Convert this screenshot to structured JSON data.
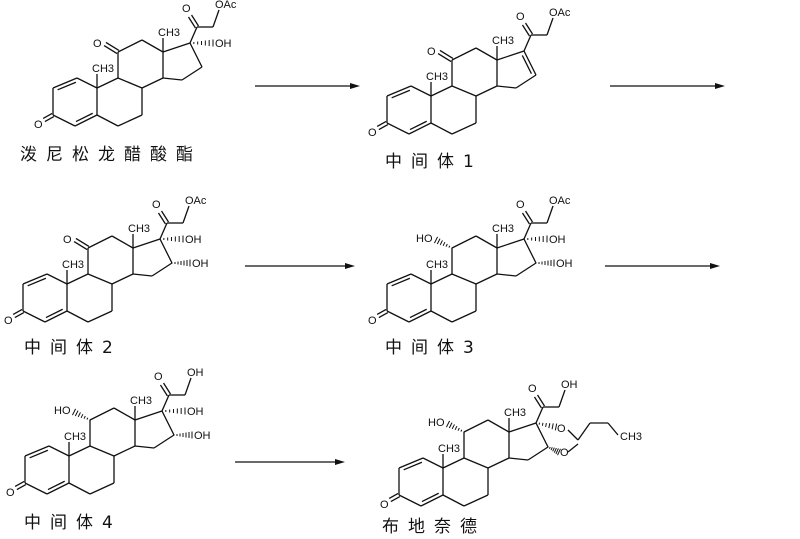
{
  "atom_labels": {
    "oxo": "O",
    "methyl": "CH3",
    "acetoxy": "OAc",
    "hydroxy_right": "OH",
    "hydroxy_left": "HO"
  },
  "compounds": [
    {
      "name": "泼尼松龙醋酸酯",
      "c11": "keto",
      "c16": "none",
      "c17": "oh",
      "c21": "acetoxy"
    },
    {
      "name": "中间体1",
      "c11": "keto",
      "c16": "ene",
      "c17": "none",
      "c21": "acetoxy"
    },
    {
      "name": "中间体2",
      "c11": "keto",
      "c16": "oh",
      "c17": "oh",
      "c21": "acetoxy"
    },
    {
      "name": "中间体3",
      "c11": "oh",
      "c16": "oh",
      "c17": "oh",
      "c21": "acetoxy"
    },
    {
      "name": "中间体4",
      "c11": "oh",
      "c16": "oh",
      "c17": "oh",
      "c21": "hydroxy_right"
    },
    {
      "name": "布地奈德",
      "c11": "oh",
      "c16": "acetal",
      "c17": "acetal",
      "c21": "hydroxy_right"
    }
  ],
  "arrows": [
    {
      "from": "泼尼松龙醋酸酯",
      "to": "中间体1"
    },
    {
      "from": "中间体1",
      "to": "中间体2"
    },
    {
      "from": "中间体2",
      "to": "中间体3"
    },
    {
      "from": "中间体3",
      "to": "中间体4"
    },
    {
      "from": "中间体4",
      "to": "布地奈德"
    }
  ],
  "colors": {
    "ink": "#111111",
    "background": "#ffffff"
  }
}
